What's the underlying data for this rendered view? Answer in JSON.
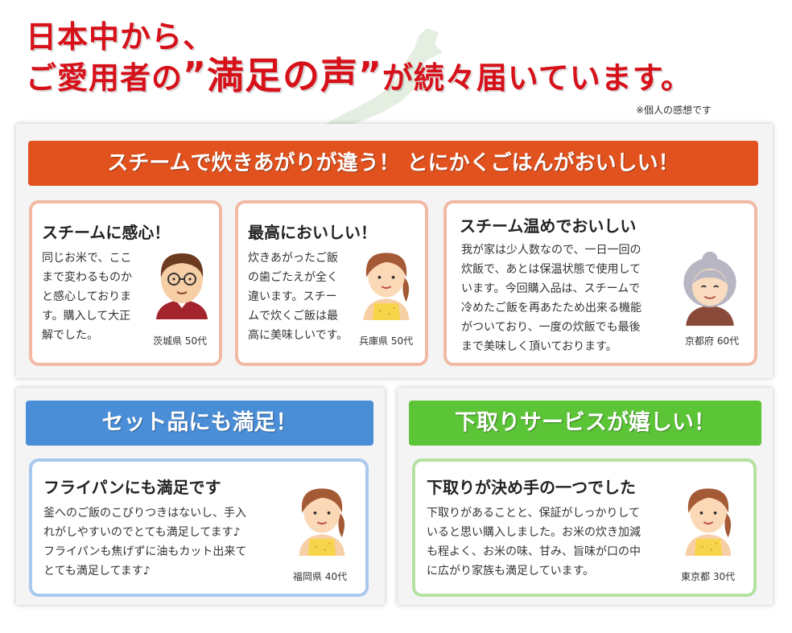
{
  "header": {
    "line1": "日本中から、",
    "line2_pre": "ご愛用者の",
    "line2_quote_open": "”",
    "line2_highlight": "満足の声",
    "line2_quote_close": "”",
    "line2_post": "が続々届いています。",
    "note": "※個人の感想です"
  },
  "section_top": {
    "banner": "スチームで炊きあがりが違う！ とにかくごはんがおいしい！",
    "banner_color": "#e2521f",
    "card_border_color": "#f2b9a4",
    "cards": [
      {
        "title": "スチームに感心！",
        "lines": [
          "同じお米で、ここ",
          "まで変わるものか",
          "と感心しておりま",
          "す。購入して大正",
          "解でした。"
        ],
        "location": "茨城県 50代",
        "avatar": "man-with-glasses-avatar"
      },
      {
        "title": "最高においしい！",
        "lines": [
          "炊きあがったご飯",
          "の歯ごたえが全く",
          "違います。スチー",
          "ムで炊くご飯は最",
          "高に美味しいです。"
        ],
        "location": "兵庫県 50代",
        "avatar": "woman-apron-avatar"
      },
      {
        "title": "スチーム温めでおいしい",
        "lines": [
          "我が家は少人数なので、一日一回の",
          "炊飯で、あとは保温状態で使用して",
          "います。今回購入品は、スチームで",
          "冷めたご飯を再あたため出来る機能",
          "がついており、一度の炊飯でも最後",
          "まで美味しく頂いております。"
        ],
        "location": "京都府 60代",
        "avatar": "grandmother-avatar"
      }
    ]
  },
  "section_left": {
    "banner": "セット品にも満足！",
    "banner_color": "#4a8ed8",
    "card_border_color": "#a9c8ee",
    "card": {
      "title": "フライパンにも満足です",
      "lines": [
        "釜へのご飯のこびりつきはないし、手入",
        "れがしやすいのでとても満足してます♪",
        "フライパンも焦げずに油もカット出来て",
        "とても満足してます♪"
      ],
      "location": "福岡県 40代",
      "avatar": "woman-apron-avatar"
    }
  },
  "section_right": {
    "banner": "下取りサービスが嬉しい！",
    "banner_color": "#5cc437",
    "card_border_color": "#b5e2a0",
    "card": {
      "title": "下取りが決め手の一つでした",
      "lines": [
        "下取りがあることと、保証がしっかりして",
        "いると思い購入しました。お米の炊き加減",
        "も程よく、お米の味、甘み、旨味が口の中",
        "に広がり家族も満足しています。"
      ],
      "location": "東京都 30代",
      "avatar": "woman-apron-avatar"
    }
  }
}
